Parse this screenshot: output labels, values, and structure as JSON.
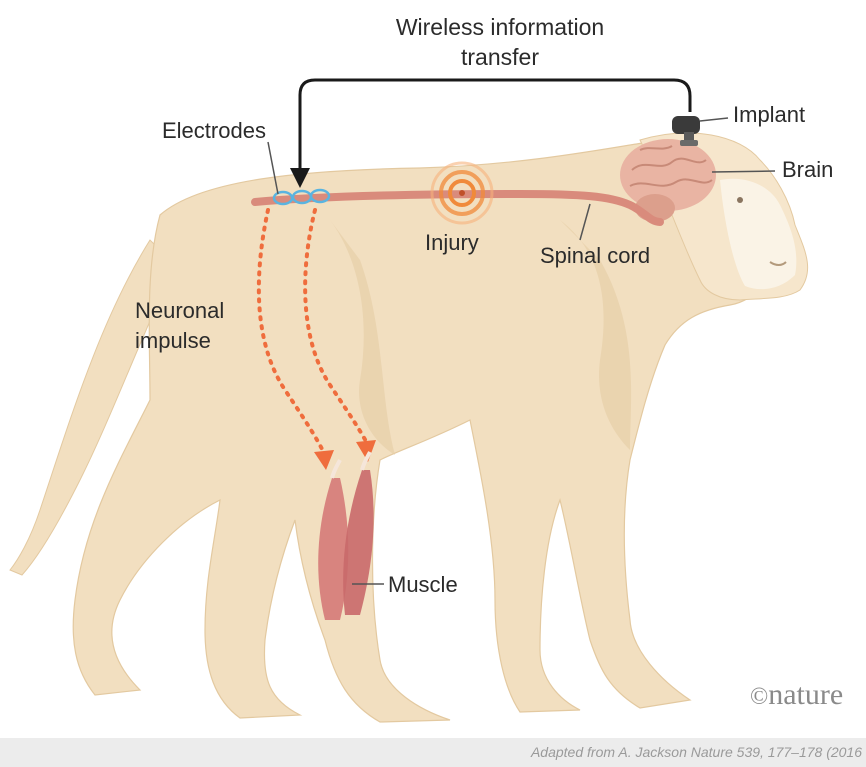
{
  "title": {
    "line1": "Wireless information",
    "line2": "transfer"
  },
  "labels": {
    "electrodes": "Electrodes",
    "implant": "Implant",
    "brain": "Brain",
    "injury": "Injury",
    "spinal_cord": "Spinal cord",
    "neuronal_line1": "Neuronal",
    "neuronal_line2": "impulse",
    "muscle": "Muscle"
  },
  "branding": {
    "copyright_symbol": "©",
    "name": "nature"
  },
  "credit": "Adapted from A. Jackson Nature 539, 177–178 (2016",
  "colors": {
    "body": "#f2dfc0",
    "body_shadow": "#e7cfa8",
    "spinal_cord": "#d98b7c",
    "brain": "#e9b4a3",
    "injury": "#f08a3a",
    "impulse": "#ef6d3d",
    "muscle": "#d57a78",
    "electrode": "#5ab4e0"
  }
}
